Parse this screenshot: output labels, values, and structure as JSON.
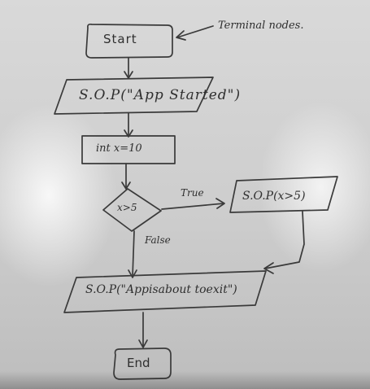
{
  "nodes": {
    "start": "Start",
    "print_started": "S.O.P(\"App Started\")",
    "declare": "int x=10",
    "decision": "x>5",
    "print_true": "S.O.P(x>5)",
    "print_exit": "S.O.P(\"Appisabout toexit\")",
    "end": "End"
  },
  "edges": {
    "true_label": "True",
    "false_label": "False"
  },
  "annotation": "Terminal nodes."
}
